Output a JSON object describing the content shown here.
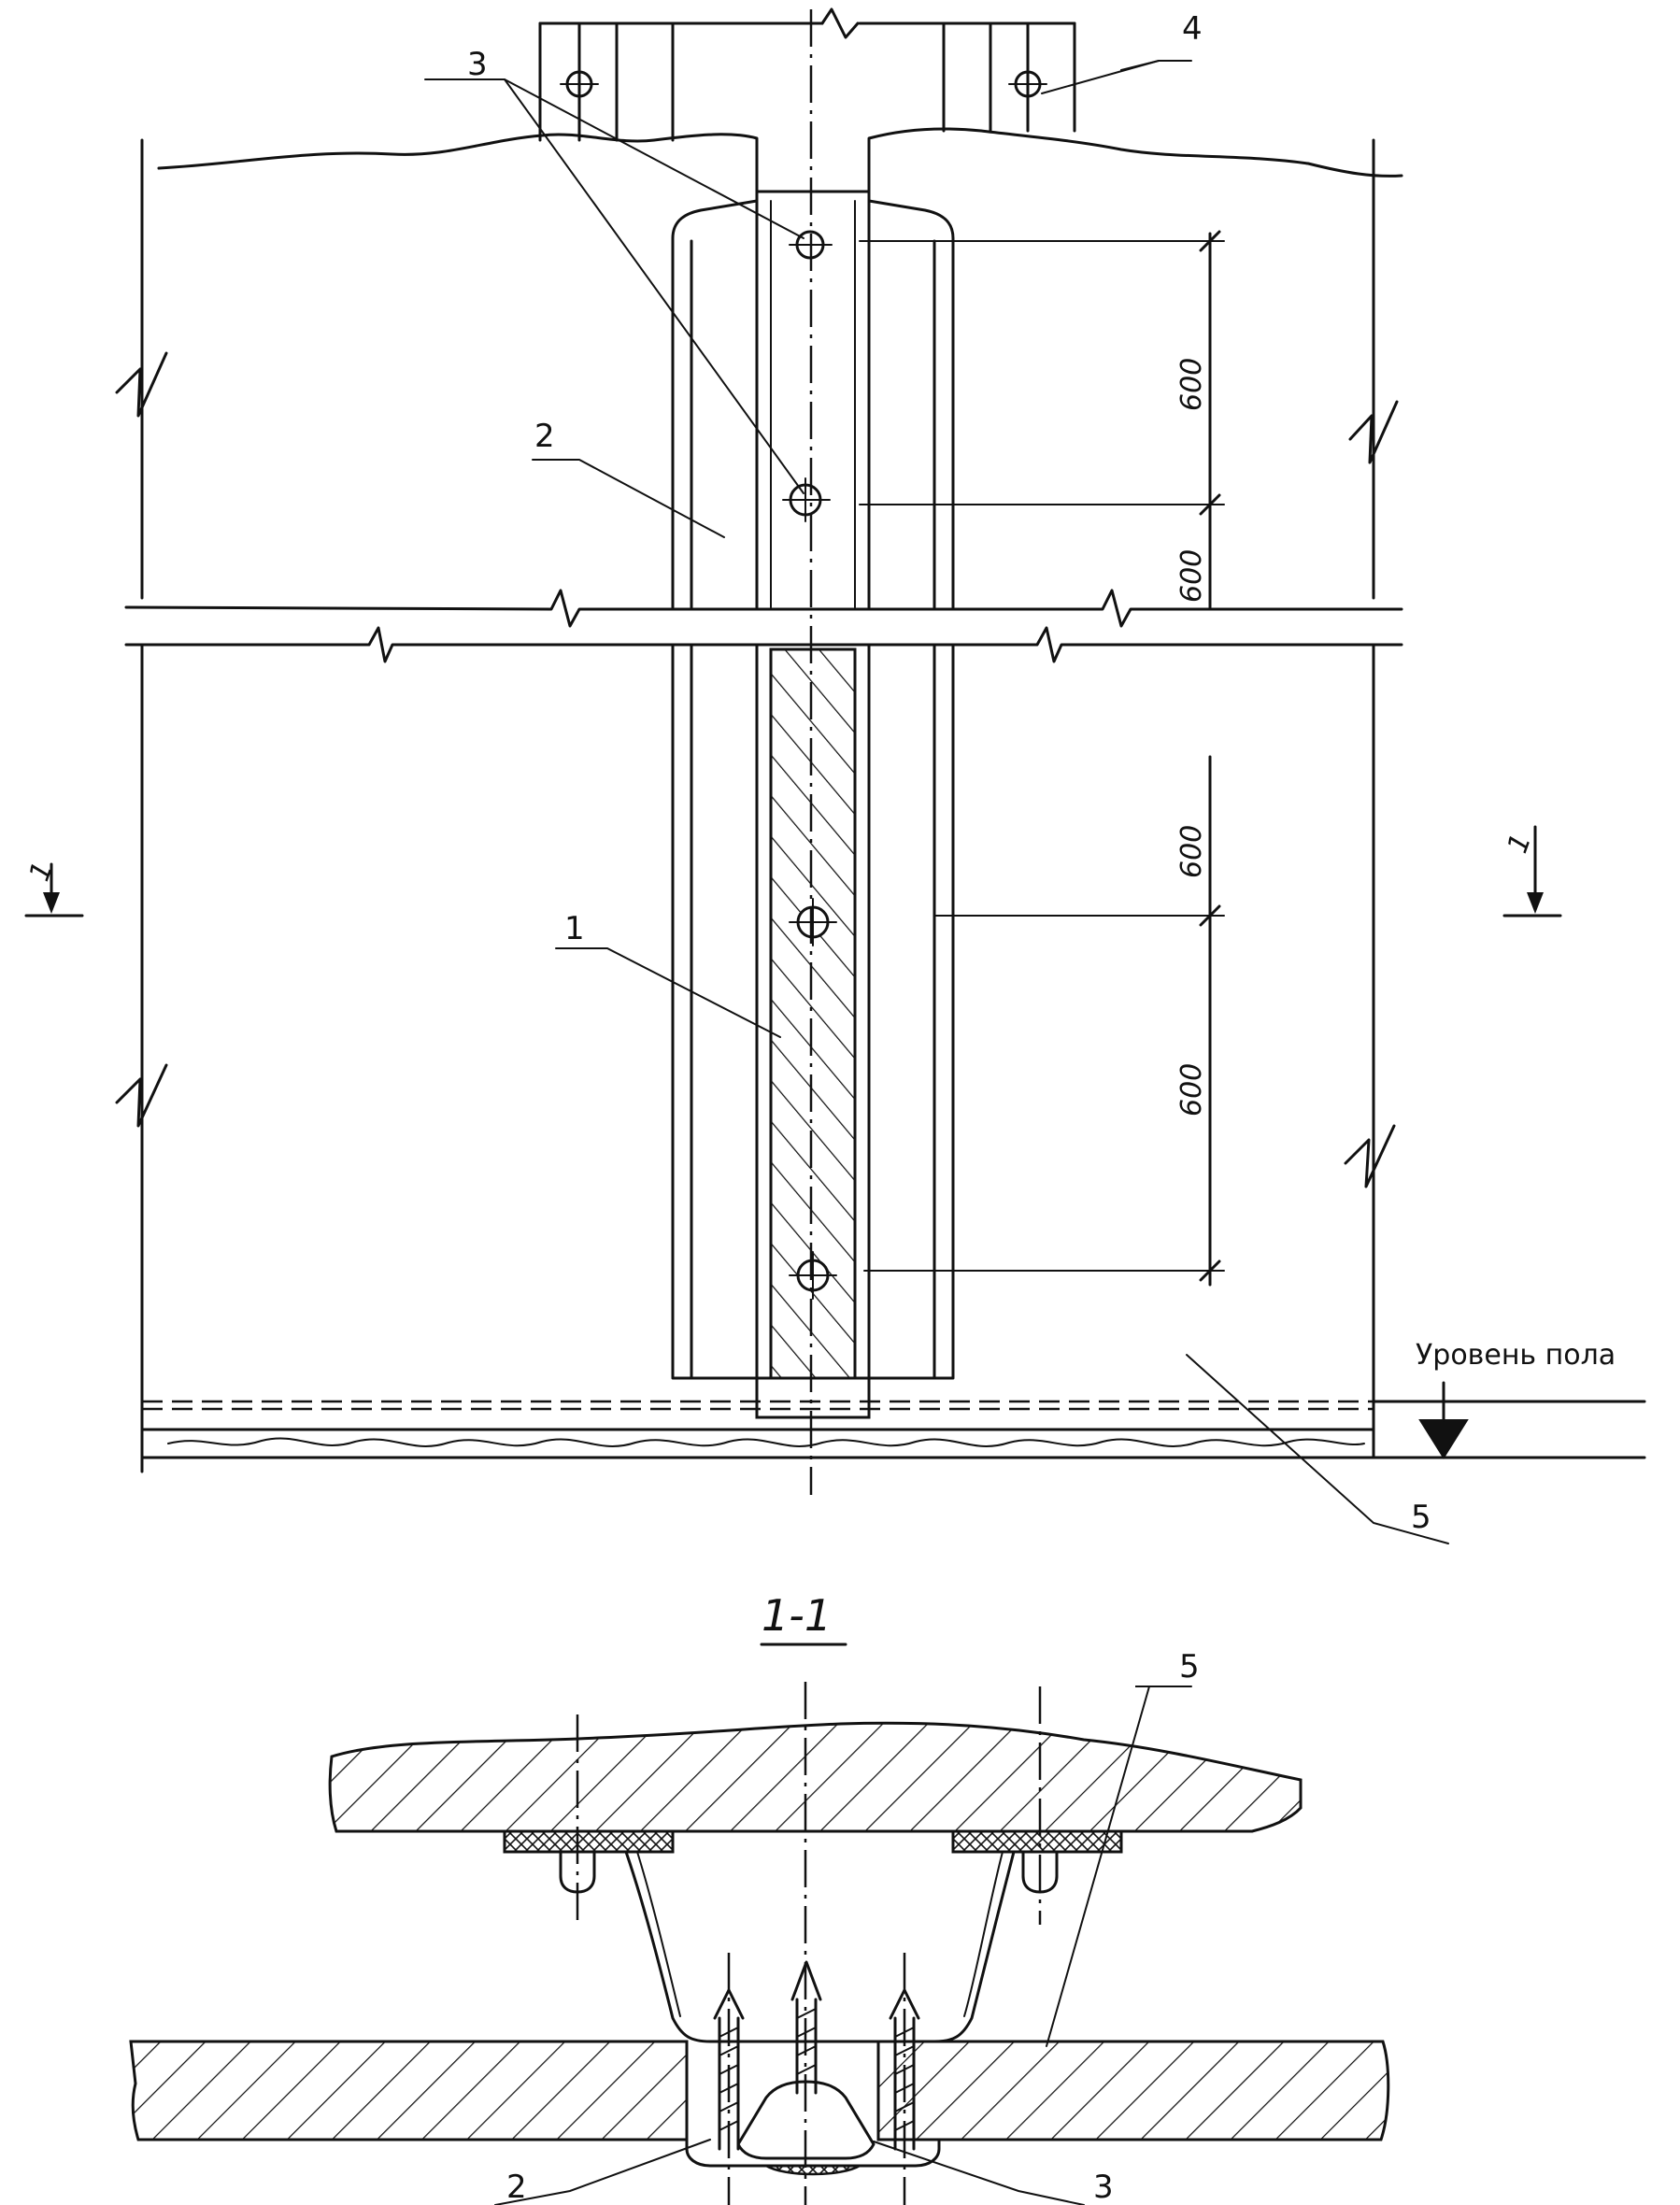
{
  "callouts": {
    "c1": "1",
    "c2": "2",
    "c3": "3",
    "c4": "4",
    "c5": "5",
    "c2_section": "2",
    "c3_section": "3",
    "c5_section": "5"
  },
  "dimensions": {
    "d1": "600",
    "d2": "600",
    "d3": "600",
    "d4": "600"
  },
  "section_marks": {
    "left": "1",
    "right": "1",
    "title": "1-1"
  },
  "floor_level_label": "Уровень пола"
}
